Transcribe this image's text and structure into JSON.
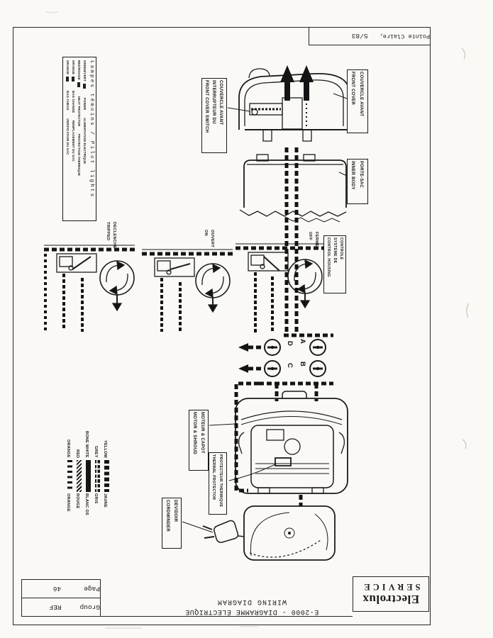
{
  "header": {
    "location": "Pointe Claire,",
    "date": "5/83"
  },
  "pilot_lights": {
    "title": "Lampes témoins / Pilot lights",
    "entries": [
      {
        "color": "ORANGE",
        "en": "BAG CHECK",
        "fr": "VERIFICATION DU SAC"
      },
      {
        "color": "ORANGE",
        "en": "BAG CHANGE",
        "fr": "REMPLACEMENT DU SAC"
      },
      {
        "color": "RED/ROUGE",
        "en": "HEAT PROTECTOR",
        "fr": "PROTECTION THERMIQUE"
      },
      {
        "color": "GREEN/VERT",
        "en": "POWER",
        "fr": "ALIMENTATION ELECTRIQUE"
      }
    ]
  },
  "labels": {
    "front_cover_switch": {
      "lines": [
        "FRONT COVER SWITCH",
        "INTERRUPTEUR DU",
        "COUVERCLE AVANT"
      ]
    },
    "front_cover": {
      "lines": [
        "FRONT COVER",
        "COUVERCLE AVANT"
      ]
    },
    "inner_body": {
      "lines": [
        "INNER BODY",
        "PORTE-SAC"
      ]
    },
    "control_housing": {
      "lines": [
        "CONTROL HOUSING",
        "SYSTEME DE",
        "CONTROLE"
      ]
    },
    "tripped": {
      "lines": [
        "TRIPPED",
        "DECLENCHE"
      ]
    },
    "on": {
      "lines": [
        "ON",
        "OUVERT"
      ]
    },
    "off": {
      "lines": [
        "OFF",
        "FERME"
      ]
    },
    "motor_shroud": {
      "lines": [
        "MOTOR & SHROUD",
        "MOTEUR & CAPOT"
      ]
    },
    "thermal_protector": {
      "lines": [
        "THERMAL PROTECTOR",
        "PROTECTEUR THERMIQUE"
      ]
    },
    "cordwinder": {
      "lines": [
        "CORDWINDER",
        "DEVIDOIR"
      ]
    }
  },
  "terminals": {
    "a": "A",
    "b": "B",
    "c": "C",
    "d": "D"
  },
  "wire_colors": {
    "entries": [
      {
        "en": "ORANGE",
        "fr": "ORANGE",
        "pattern": "dashed"
      },
      {
        "en": "RED",
        "fr": "ROUGE",
        "pattern": "zigzag"
      },
      {
        "en": "BONE WHITE",
        "fr": "BLANC OS",
        "pattern": "solid"
      },
      {
        "en": "GREY",
        "fr": "GRIS",
        "pattern": "blocks"
      },
      {
        "en": "YELLOW",
        "fr": "JAUNE",
        "pattern": "hatched"
      }
    ]
  },
  "footer": {
    "doc_title_fr": "E-2000  -  DIAGRAMME ÉLECTRIQUE",
    "doc_title_en": "WIRING DIAGRAM",
    "brand": "Electrolux",
    "brand_sub": "SERVICE",
    "page_label": "Page",
    "page_value": "46",
    "group_label": "Group",
    "group_value": "REF"
  },
  "ink_color": "#1b1b1b",
  "paper_color": "#faf9f6"
}
